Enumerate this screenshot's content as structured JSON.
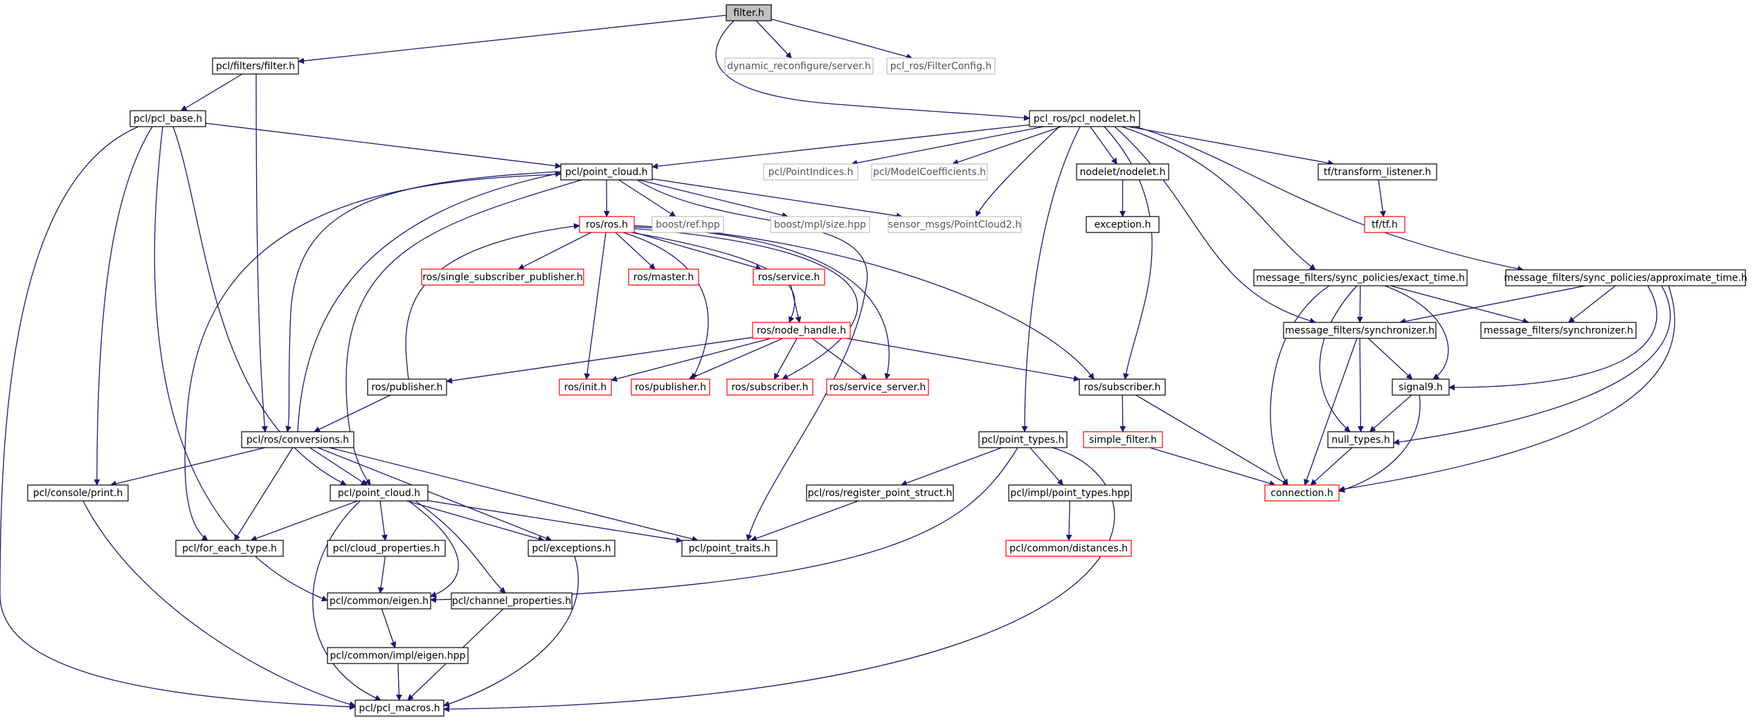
{
  "diagram": {
    "colors": {
      "root_fill": "#bfbfbf",
      "edge": "#191970",
      "border_normal": "#000000",
      "border_missing": "#bfbfbf",
      "border_truncated": "#ff0000",
      "text_normal": "#000000",
      "text_missing": "#555555"
    },
    "nodes": [
      {
        "id": "filter_h",
        "label": "filter.h",
        "style": "root"
      },
      {
        "id": "pcl_filters_filter_h",
        "label": "pcl/filters/filter.h",
        "style": "normal"
      },
      {
        "id": "dynamic_reconfigure_server_h",
        "label": "dynamic_reconfigure/server.h",
        "style": "missing"
      },
      {
        "id": "pcl_ros_filterconfig_h",
        "label": "pcl_ros/FilterConfig.h",
        "style": "missing"
      },
      {
        "id": "pcl_pcl_base_h",
        "label": "pcl/pcl_base.h",
        "style": "normal"
      },
      {
        "id": "pcl_ros_pcl_nodelet_h",
        "label": "pcl_ros/pcl_nodelet.h",
        "style": "normal"
      },
      {
        "id": "pcl_point_cloud_h_top",
        "label": "pcl/point_cloud.h",
        "style": "normal"
      },
      {
        "id": "pcl_pointindices_h",
        "label": "pcl/PointIndices.h",
        "style": "missing"
      },
      {
        "id": "pcl_modelcoefficients_h",
        "label": "pcl/ModelCoefficients.h",
        "style": "missing"
      },
      {
        "id": "nodelet_nodelet_h",
        "label": "nodelet/nodelet.h",
        "style": "normal"
      },
      {
        "id": "tf_transform_listener_h",
        "label": "tf/transform_listener.h",
        "style": "normal"
      },
      {
        "id": "ros_ros_h",
        "label": "ros/ros.h",
        "style": "truncated"
      },
      {
        "id": "boost_ref_hpp",
        "label": "boost/ref.hpp",
        "style": "missing"
      },
      {
        "id": "boost_mpl_size_hpp",
        "label": "boost/mpl/size.hpp",
        "style": "missing"
      },
      {
        "id": "sensor_msgs_pointcloud2_h",
        "label": "sensor_msgs/PointCloud2.h",
        "style": "missing"
      },
      {
        "id": "exception_h",
        "label": "exception.h",
        "style": "normal"
      },
      {
        "id": "tf_tf_h",
        "label": "tf/tf.h",
        "style": "truncated"
      },
      {
        "id": "ros_single_subscriber_publisher_h",
        "label": "ros/single_subscriber_publisher.h",
        "style": "truncated"
      },
      {
        "id": "ros_master_h",
        "label": "ros/master.h",
        "style": "truncated"
      },
      {
        "id": "ros_service_h",
        "label": "ros/service.h",
        "style": "truncated"
      },
      {
        "id": "mf_exact_time_h",
        "label": "message_filters/sync_policies/exact_time.h",
        "style": "normal"
      },
      {
        "id": "mf_approximate_time_h",
        "label": "message_filters/sync_policies/approximate_time.h",
        "style": "normal"
      },
      {
        "id": "ros_node_handle_h",
        "label": "ros/node_handle.h",
        "style": "truncated"
      },
      {
        "id": "mf_synchronizer_h_a",
        "label": "message_filters/synchronizer.h",
        "style": "normal"
      },
      {
        "id": "mf_synchronizer_h_b",
        "label": "message_filters/synchronizer.h",
        "style": "normal"
      },
      {
        "id": "ros_publisher_h_black",
        "label": "ros/publisher.h",
        "style": "normal"
      },
      {
        "id": "ros_init_h",
        "label": "ros/init.h",
        "style": "truncated"
      },
      {
        "id": "ros_publisher_h_red",
        "label": "ros/publisher.h",
        "style": "truncated"
      },
      {
        "id": "ros_subscriber_h_red",
        "label": "ros/subscriber.h",
        "style": "truncated"
      },
      {
        "id": "ros_service_server_h",
        "label": "ros/service_server.h",
        "style": "truncated"
      },
      {
        "id": "ros_subscriber_h_black",
        "label": "ros/subscriber.h",
        "style": "normal"
      },
      {
        "id": "signal9_h",
        "label": "signal9.h",
        "style": "normal"
      },
      {
        "id": "pcl_ros_conversions_h",
        "label": "pcl/ros/conversions.h",
        "style": "normal"
      },
      {
        "id": "pcl_point_types_h",
        "label": "pcl/point_types.h",
        "style": "normal"
      },
      {
        "id": "simple_filter_h",
        "label": "simple_filter.h",
        "style": "truncated"
      },
      {
        "id": "null_types_h",
        "label": "null_types.h",
        "style": "normal"
      },
      {
        "id": "pcl_console_print_h",
        "label": "pcl/console/print.h",
        "style": "normal"
      },
      {
        "id": "pcl_point_cloud_h_bottom",
        "label": "pcl/point_cloud.h",
        "style": "normal"
      },
      {
        "id": "pcl_ros_register_point_struct_h",
        "label": "pcl/ros/register_point_struct.h",
        "style": "normal"
      },
      {
        "id": "pcl_impl_point_types_hpp",
        "label": "pcl/impl/point_types.hpp",
        "style": "normal"
      },
      {
        "id": "connection_h",
        "label": "connection.h",
        "style": "truncated"
      },
      {
        "id": "pcl_for_each_type_h",
        "label": "pcl/for_each_type.h",
        "style": "normal"
      },
      {
        "id": "pcl_cloud_properties_h",
        "label": "pcl/cloud_properties.h",
        "style": "normal"
      },
      {
        "id": "pcl_exceptions_h",
        "label": "pcl/exceptions.h",
        "style": "normal"
      },
      {
        "id": "pcl_point_traits_h",
        "label": "pcl/point_traits.h",
        "style": "normal"
      },
      {
        "id": "pcl_common_distances_h",
        "label": "pcl/common/distances.h",
        "style": "truncated"
      },
      {
        "id": "pcl_common_eigen_h",
        "label": "pcl/common/eigen.h",
        "style": "normal"
      },
      {
        "id": "pcl_channel_properties_h",
        "label": "pcl/channel_properties.h",
        "style": "normal"
      },
      {
        "id": "pcl_common_impl_eigen_hpp",
        "label": "pcl/common/impl/eigen.hpp",
        "style": "normal"
      },
      {
        "id": "pcl_pcl_macros_h",
        "label": "pcl/pcl_macros.h",
        "style": "normal"
      }
    ]
  }
}
